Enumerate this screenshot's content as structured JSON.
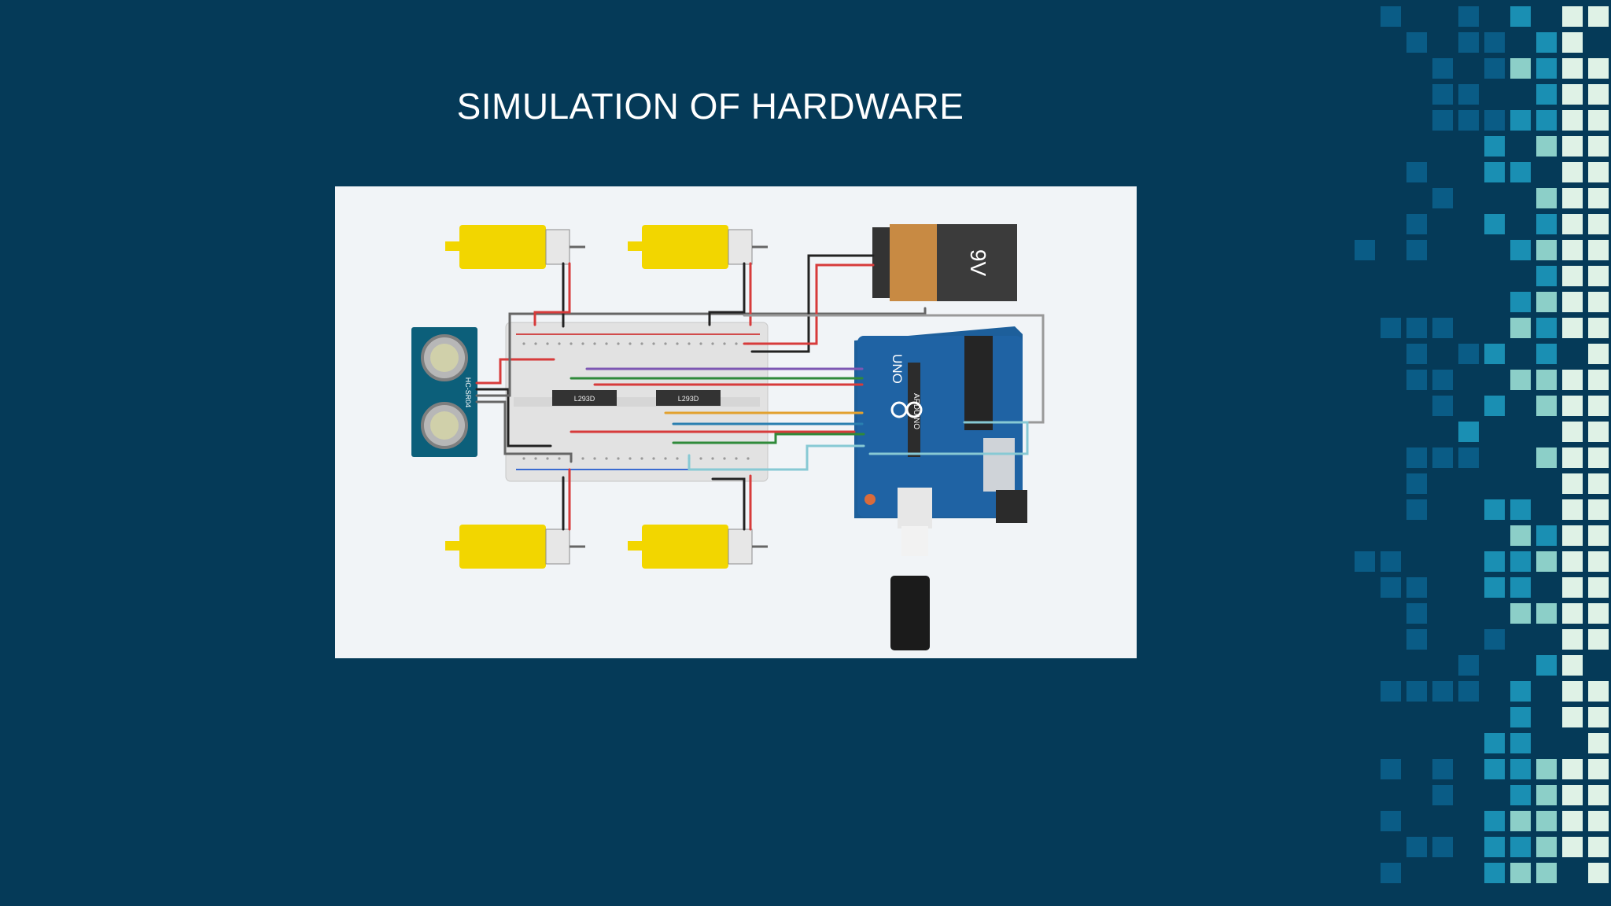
{
  "slide": {
    "title": "SIMULATION OF HARDWARE"
  },
  "circuit": {
    "battery_label": "9V",
    "driver_chip_left": "L293D",
    "driver_chip_right": "L293D",
    "arduino_label": "UNO",
    "arduino_brand": "ARDUINO",
    "sensor_label": "HC-SR04"
  },
  "colors": {
    "background": "#053a58",
    "accent_dark": "#0a5c86",
    "accent_mid": "#1a8fb3",
    "accent_light": "#8ccfc8",
    "accent_pale": "#dff2e6"
  }
}
